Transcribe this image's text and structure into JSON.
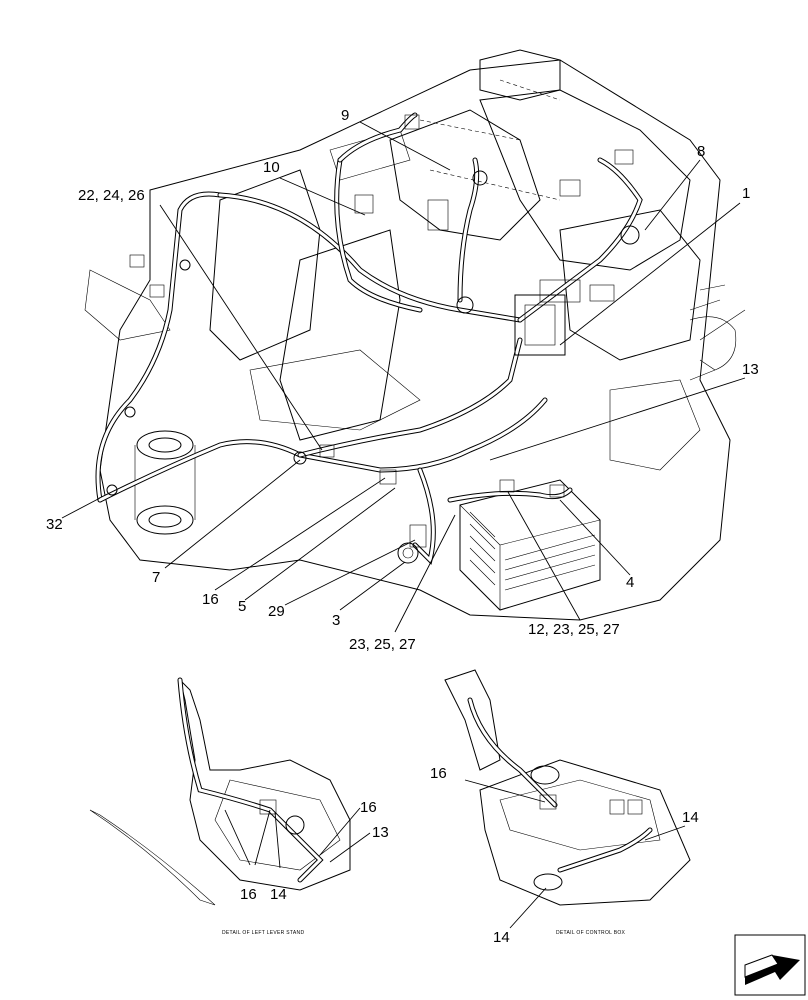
{
  "callouts": {
    "c1": "1",
    "c3": "3",
    "c4": "4",
    "c5": "5",
    "c7": "7",
    "c8": "8",
    "c9": "9",
    "c10": "10",
    "c12": "12, 23, 25, 27",
    "c13": "13",
    "c16": "16",
    "c22": "22, 24, 26",
    "c23": "23, 25, 27",
    "c29": "29",
    "c32": "32"
  },
  "detail_left": {
    "caption": "DETAIL OF LEFT LEVER STAND",
    "c16a": "16",
    "c13": "13",
    "c16b": "16",
    "c14": "14"
  },
  "detail_right": {
    "caption": "DETAIL OF CONTROL BOX",
    "c16": "16",
    "c14a": "14",
    "c14b": "14"
  },
  "icons": {
    "nav": "next-page-arrow-icon"
  }
}
